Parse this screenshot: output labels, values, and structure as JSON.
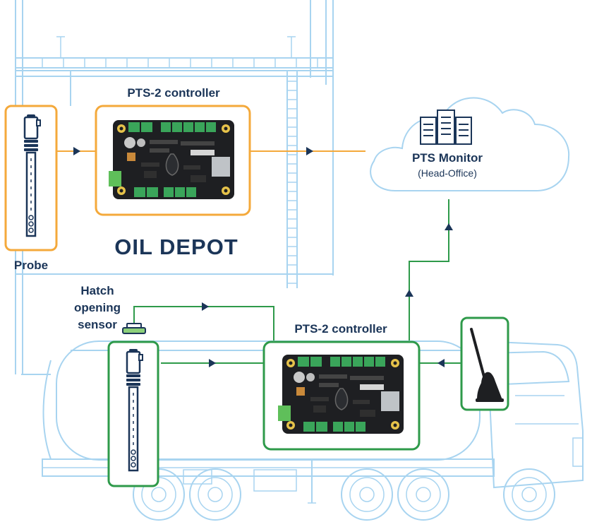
{
  "labels": {
    "depot_controller": "PTS-2 controller",
    "truck_controller": "PTS-2 controller",
    "oil_depot": "OIL DEPOT",
    "probe": "Probe",
    "hatch_line1": "Hatch",
    "hatch_line2": "opening",
    "hatch_line3": "sensor",
    "monitor_title": "PTS Monitor",
    "monitor_sub": "(Head-Office)"
  },
  "colors": {
    "blueprint": "#a8d4f0",
    "orange": "#f4a93b",
    "green": "#2e9a4a",
    "arrow": "#1b3558",
    "text": "#1b3558",
    "board": "#1e1f22",
    "terminal": "#3aa55a"
  },
  "icons": {
    "server": "server-rack-icon",
    "cloud": "cloud-icon",
    "antenna": "antenna-icon",
    "probe": "level-probe-icon",
    "sensor": "hatch-sensor-icon"
  }
}
